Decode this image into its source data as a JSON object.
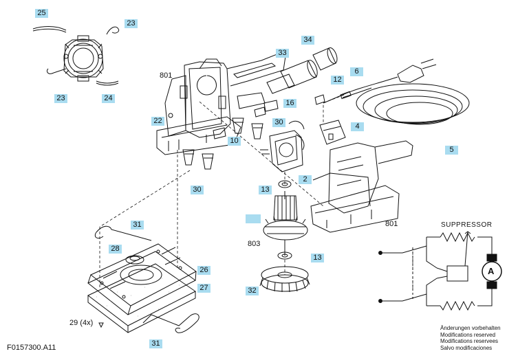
{
  "doc_id": "F0157300.A11",
  "suppressor_label": "SUPPRESSOR",
  "motor_symbol": "A",
  "notes": [
    "Änderungen vorbehalten",
    "Modifications reserved",
    "Modifications reservees",
    "Salvo modificaciones"
  ],
  "callouts": {
    "c25": "25",
    "c23a": "23",
    "c23b": "23",
    "c24": "24",
    "c801a": "801",
    "c801b": "801",
    "c34": "34",
    "c33": "33",
    "c6": "6",
    "c12": "12",
    "c16": "16",
    "c22": "22",
    "c30a": "30",
    "c30b": "30",
    "c10": "10",
    "c4": "4",
    "c5": "5",
    "c2": "2",
    "c13a": "13",
    "c13b": "13",
    "c803": "803",
    "c31a": "31",
    "c31b": "31",
    "c28": "28",
    "c26": "26",
    "c27": "27",
    "c32": "32",
    "c29": "29 (4x)"
  }
}
